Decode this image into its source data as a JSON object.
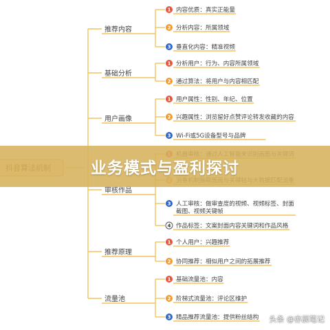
{
  "banner": {
    "title": "业务模式与盈利探讨"
  },
  "watermark": "头条 @亦辰笔记",
  "mindmap": {
    "root": "抖音算法机制",
    "branches": [
      {
        "label": "推荐内容",
        "leaves": [
          {
            "num": "1",
            "color": "red",
            "text": "内容优质：真实正能量"
          },
          {
            "num": "2",
            "color": "orange",
            "text": "分析内容：所属领域"
          },
          {
            "num": "3",
            "color": "blue",
            "text": "垂直化内容：精准视频"
          }
        ]
      },
      {
        "label": "基础分析",
        "leaves": [
          {
            "num": "1",
            "color": "red",
            "text": "分析用户：行为、内容所属领域"
          },
          {
            "num": "2",
            "color": "orange",
            "text": "通过算法：将用户与内容相匹配"
          }
        ]
      },
      {
        "label": "用户画像",
        "leaves": [
          {
            "num": "1",
            "color": "red",
            "text": "用户属性：性别、年纪、位置"
          },
          {
            "num": "2",
            "color": "orange",
            "text": "兴趣属性：浏览留好点赞评论转发收藏的内容"
          },
          {
            "num": "3",
            "color": "blue",
            "text": "Wi-Fi或5G设备型号与品牌"
          }
        ]
      },
      {
        "label": "审核作品",
        "leaves": [
          {
            "num": "1",
            "color": "red",
            "text": "机器审核：通过人工智能来识别画面与关键词"
          },
          {
            "num": "2",
            "color": "orange",
            "text": "消重机制抽取面画与关键帖与大数据匹配消重"
          },
          {
            "num": "3",
            "color": "blue",
            "text": "人工审核：做审查度的视频、视频标签、封面截图、视频关键帧"
          },
          {
            "num": "4",
            "color": "outline",
            "text": "作品标签：文案封面内容关键词和作品风格"
          }
        ]
      },
      {
        "label": "推荐原理",
        "leaves": [
          {
            "num": "1",
            "color": "red",
            "text": "个人用户：兴趣推荐"
          },
          {
            "num": "2",
            "color": "orange",
            "text": "协同推荐：相似用户之间的拓展推荐"
          }
        ]
      },
      {
        "label": "流量池",
        "leaves": [
          {
            "num": "1",
            "color": "red",
            "text": "基础流量池：内容"
          },
          {
            "num": "2",
            "color": "orange",
            "text": "阶梯式流量池：评论区维护"
          },
          {
            "num": "3",
            "color": "blue",
            "text": "精品推荐流量池：提供粉丝结构"
          }
        ]
      }
    ]
  }
}
